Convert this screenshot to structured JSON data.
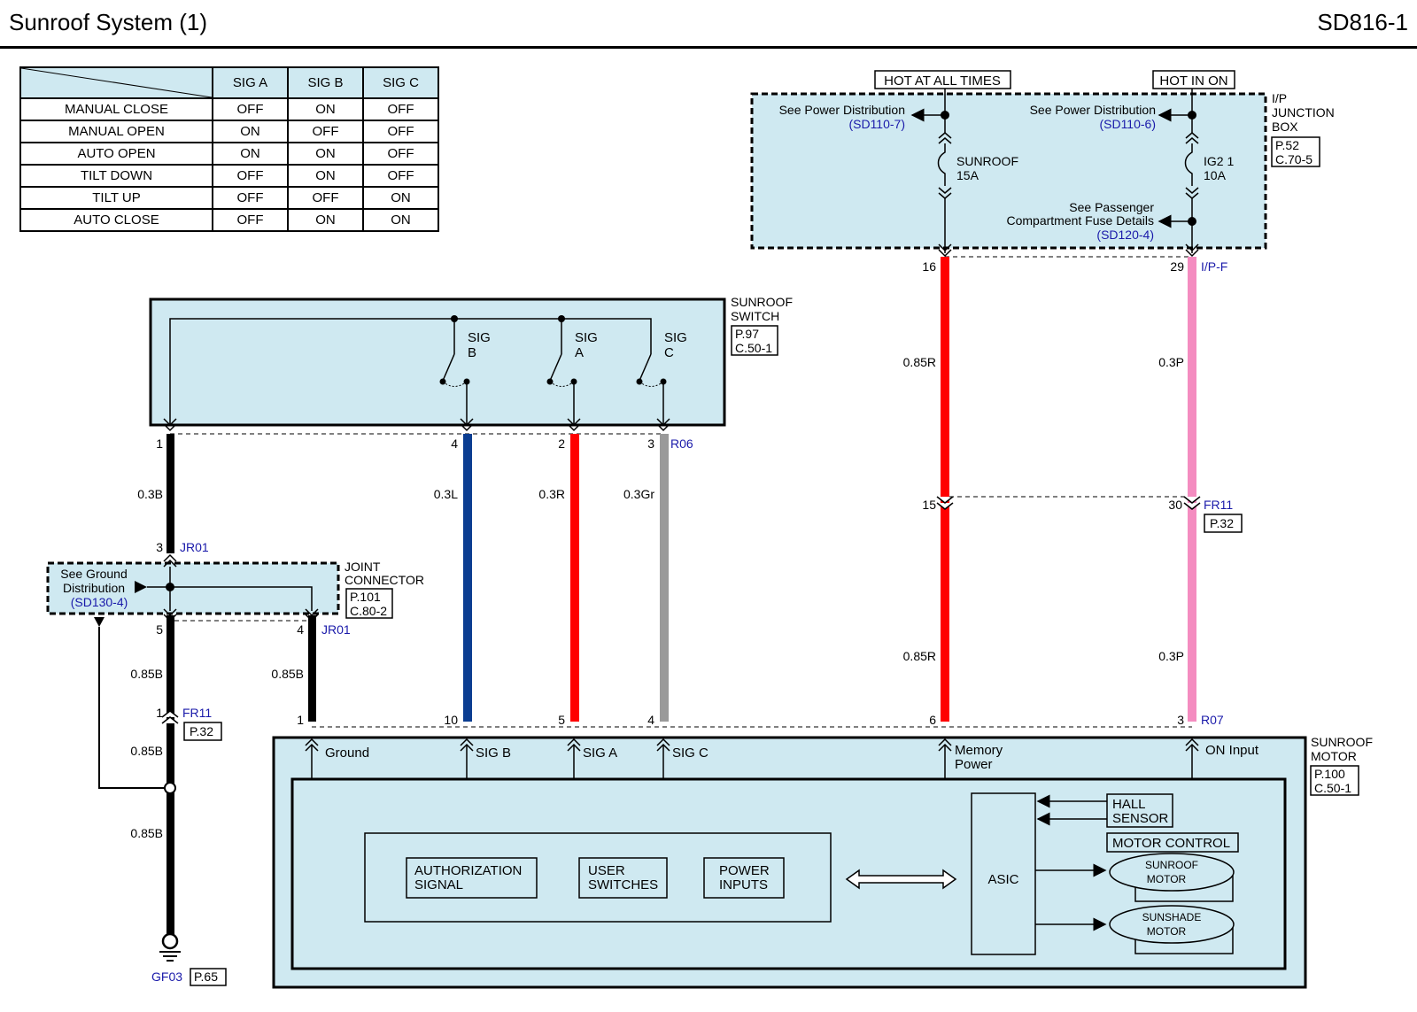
{
  "header": {
    "title": "Sunroof System (1)",
    "code": "SD816-1"
  },
  "signal_table": {
    "columns": [
      "SIG A",
      "SIG B",
      "SIG C"
    ],
    "rows": [
      {
        "mode": "MANUAL CLOSE",
        "values": [
          "OFF",
          "ON",
          "OFF"
        ]
      },
      {
        "mode": "MANUAL OPEN",
        "values": [
          "ON",
          "OFF",
          "OFF"
        ]
      },
      {
        "mode": "AUTO OPEN",
        "values": [
          "ON",
          "ON",
          "OFF"
        ]
      },
      {
        "mode": "TILT DOWN",
        "values": [
          "OFF",
          "ON",
          "OFF"
        ]
      },
      {
        "mode": "TILT UP",
        "values": [
          "OFF",
          "OFF",
          "ON"
        ]
      },
      {
        "mode": "AUTO CLOSE",
        "values": [
          "OFF",
          "ON",
          "ON"
        ]
      }
    ]
  },
  "junction_box": {
    "hot_all": "HOT AT ALL TIMES",
    "hot_on": "HOT IN ON",
    "name1": "I/P",
    "name2": "JUNCTION",
    "name3": "BOX",
    "page": "P.52",
    "conn": "C.70-5",
    "see_power1": "See Power Distribution",
    "see_power1_ref": "(SD110-7)",
    "see_power2": "See Power Distribution",
    "see_power2_ref": "(SD110-6)",
    "fuse1_name": "SUNROOF",
    "fuse1_amp": "15A",
    "fuse2_name": "IG2 1",
    "fuse2_amp": "10A",
    "see_pass1": "See Passenger",
    "see_pass2": "Compartment Fuse Details",
    "see_pass_ref": "(SD120-4)",
    "pin_left": "16",
    "pin_right": "29",
    "connector": "I/P-F"
  },
  "switch": {
    "name1": "SUNROOF",
    "name2": "SWITCH",
    "page": "P.97",
    "conn": "C.50-1",
    "sig_b": [
      "SIG",
      "B"
    ],
    "sig_a": [
      "SIG",
      "A"
    ],
    "sig_c": [
      "SIG",
      "C"
    ],
    "pins": [
      "1",
      "4",
      "2",
      "3"
    ],
    "connector": "R06"
  },
  "wires": {
    "w1": "0.3B",
    "w_blue": "0.3L",
    "w_red": "0.3R",
    "w_gray": "0.3Gr",
    "w_mem_top": "0.85R",
    "w_on_top": "0.3P",
    "w_mem_bot": "0.85R",
    "w_on_bot": "0.3P",
    "w_jc5": "0.85B",
    "w_jc4": "0.85B",
    "w_fr11": "0.85B",
    "w_gnd": "0.85B"
  },
  "fr11_right": {
    "pin_left": "15",
    "pin_right": "30",
    "connector": "FR11",
    "page": "P.32"
  },
  "joint": {
    "pin_top": "3",
    "connector_top": "JR01",
    "name1": "JOINT",
    "name2": "CONNECTOR",
    "page": "P.101",
    "conn": "C.80-2",
    "see_gnd1": "See Ground",
    "see_gnd2": "Distribution",
    "see_gnd_ref": "(SD130-4)",
    "pin5": "5",
    "pin4": "4",
    "connector_bot": "JR01"
  },
  "fr11_left": {
    "pin": "1",
    "connector": "FR11",
    "page": "P.32"
  },
  "ground": {
    "connector": "GF03",
    "page": "P.65"
  },
  "motor": {
    "name1": "SUNROOF",
    "name2": "MOTOR",
    "page": "P.100",
    "conn": "C.50-1",
    "pins": [
      "1",
      "10",
      "5",
      "4",
      "6",
      "3"
    ],
    "connector": "R07",
    "labels": [
      "Ground",
      "SIG B",
      "SIG A",
      "SIG C",
      "Memory",
      "Power",
      "ON Input"
    ],
    "auth1": "AUTHORIZATION",
    "auth2": "SIGNAL",
    "user1": "USER",
    "user2": "SWITCHES",
    "power1": "POWER",
    "power2": "INPUTS",
    "asic": "ASIC",
    "hall1": "HALL",
    "hall2": "SENSOR",
    "motor_control": "MOTOR CONTROL",
    "sunroof_motor1": "SUNROOF",
    "sunroof_motor2": "MOTOR",
    "sunshade_motor1": "SUNSHADE",
    "sunshade_motor2": "MOTOR"
  },
  "colors": {
    "panel": "#cfe9f1",
    "red": "#ff0000",
    "blue": "#0b3d91",
    "gray": "#9a9a9a",
    "pink": "#f48cc0",
    "black": "#000000",
    "ref_blue": "#1a1aaa"
  }
}
